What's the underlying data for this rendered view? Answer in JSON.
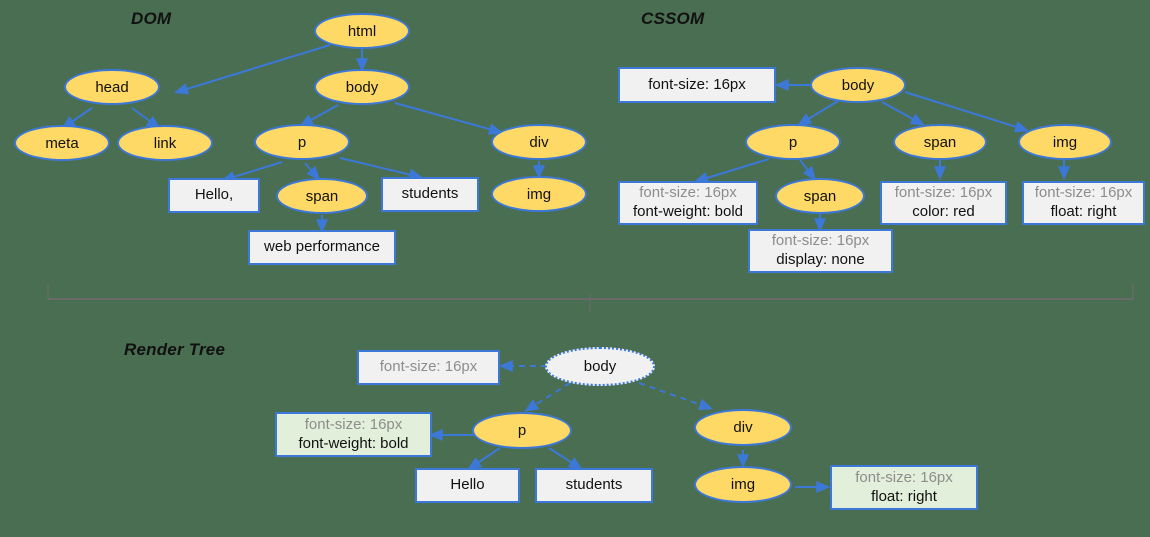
{
  "background_color": "#4a6e51",
  "palette": {
    "node_fill": "#ffd966",
    "node_stroke": "#3c78d8",
    "box_fill": "#f1f1f1",
    "box_green_fill": "#e2efda",
    "muted_text": "#8d8d8d",
    "text": "#111111",
    "divider": "#6b6b6b"
  },
  "sections": {
    "dom": {
      "title": "DOM"
    },
    "cssom": {
      "title": "CSSOM"
    },
    "render_tree": {
      "title": "Render Tree"
    }
  },
  "dom_tree": {
    "nodes": [
      {
        "id": "html",
        "label": "html"
      },
      {
        "id": "head",
        "label": "head"
      },
      {
        "id": "body",
        "label": "body"
      },
      {
        "id": "meta",
        "label": "meta"
      },
      {
        "id": "link",
        "label": "link"
      },
      {
        "id": "p",
        "label": "p"
      },
      {
        "id": "div",
        "label": "div"
      },
      {
        "id": "span",
        "label": "span"
      },
      {
        "id": "img",
        "label": "img"
      }
    ],
    "text_boxes": [
      {
        "id": "hello",
        "label": "Hello,"
      },
      {
        "id": "students",
        "label": "students"
      },
      {
        "id": "webperf",
        "label": "web performance"
      }
    ],
    "edges": [
      [
        "html",
        "head"
      ],
      [
        "html",
        "body"
      ],
      [
        "head",
        "meta"
      ],
      [
        "head",
        "link"
      ],
      [
        "body",
        "p"
      ],
      [
        "body",
        "div"
      ],
      [
        "p",
        "hello"
      ],
      [
        "p",
        "span"
      ],
      [
        "p",
        "students"
      ],
      [
        "span",
        "webperf"
      ],
      [
        "div",
        "img"
      ]
    ]
  },
  "cssom_tree": {
    "nodes": [
      {
        "id": "body",
        "label": "body"
      },
      {
        "id": "p",
        "label": "p"
      },
      {
        "id": "span1",
        "label": "span"
      },
      {
        "id": "span2",
        "label": "span"
      },
      {
        "id": "img",
        "label": "img"
      }
    ],
    "style_boxes": [
      {
        "id": "body-style",
        "lines": [
          {
            "text": "font-size: 16px",
            "muted": false
          }
        ]
      },
      {
        "id": "p-style",
        "lines": [
          {
            "text": "font-size: 16px",
            "muted": true
          },
          {
            "text": "font-weight: bold",
            "muted": false
          }
        ]
      },
      {
        "id": "span2-style",
        "lines": [
          {
            "text": "font-size: 16px",
            "muted": true
          },
          {
            "text": "display: none",
            "muted": false
          }
        ]
      },
      {
        "id": "span1-style",
        "lines": [
          {
            "text": "font-size: 16px",
            "muted": true
          },
          {
            "text": "color: red",
            "muted": false
          }
        ]
      },
      {
        "id": "img-style",
        "lines": [
          {
            "text": "font-size: 16px",
            "muted": true
          },
          {
            "text": "float: right",
            "muted": false
          }
        ]
      }
    ],
    "edges": [
      [
        "body",
        "body-style"
      ],
      [
        "body",
        "p"
      ],
      [
        "body",
        "span1"
      ],
      [
        "body",
        "img"
      ],
      [
        "p",
        "p-style"
      ],
      [
        "p",
        "span2"
      ],
      [
        "span2",
        "span2-style"
      ],
      [
        "span1",
        "span1-style"
      ],
      [
        "img",
        "img-style"
      ]
    ]
  },
  "render_tree": {
    "nodes": [
      {
        "id": "body",
        "label": "body",
        "ghost": true
      },
      {
        "id": "p",
        "label": "p",
        "ghost": false
      },
      {
        "id": "div",
        "label": "div",
        "ghost": false
      },
      {
        "id": "img",
        "label": "img",
        "ghost": false
      }
    ],
    "boxes": [
      {
        "id": "body-style",
        "green": false,
        "lines": [
          {
            "text": "font-size: 16px",
            "muted": true
          }
        ]
      },
      {
        "id": "p-style",
        "green": true,
        "lines": [
          {
            "text": "font-size: 16px",
            "muted": true
          },
          {
            "text": "font-weight: bold",
            "muted": false
          }
        ]
      },
      {
        "id": "hello",
        "green": false,
        "lines": [
          {
            "text": "Hello",
            "muted": false
          }
        ]
      },
      {
        "id": "students",
        "green": false,
        "lines": [
          {
            "text": "students",
            "muted": false
          }
        ]
      },
      {
        "id": "img-style",
        "green": true,
        "lines": [
          {
            "text": "font-size: 16px",
            "muted": true
          },
          {
            "text": "float: right",
            "muted": false
          }
        ]
      }
    ],
    "edges": [
      [
        "body",
        "body-style"
      ],
      [
        "body",
        "p"
      ],
      [
        "body",
        "div"
      ],
      [
        "p",
        "p-style"
      ],
      [
        "p",
        "hello"
      ],
      [
        "p",
        "students"
      ],
      [
        "div",
        "img"
      ],
      [
        "img",
        "img-style"
      ]
    ]
  }
}
